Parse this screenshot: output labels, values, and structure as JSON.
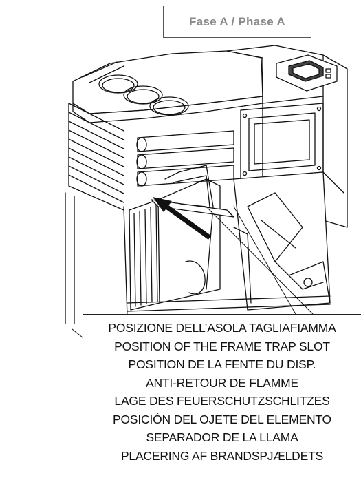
{
  "phase_label": "Fase A / Phase A",
  "callout_lines": [
    "POSIZIONE DELL’ASOLA TAGLIAFIAMMA",
    "POSITION OF THE FRAME TRAP SLOT",
    "POSITION DE LA FENTE DU DISP.",
    "ANTI-RETOUR DE FLAMME",
    "LAGE DES FEUERSCHUTZSCHLITZES",
    "POSICIÓN DEL OJETE DEL ELEMENTO",
    "SEPARADOR DE LA LLAMA",
    "PLACERING AF BRANDSPJÆLDETS"
  ]
}
